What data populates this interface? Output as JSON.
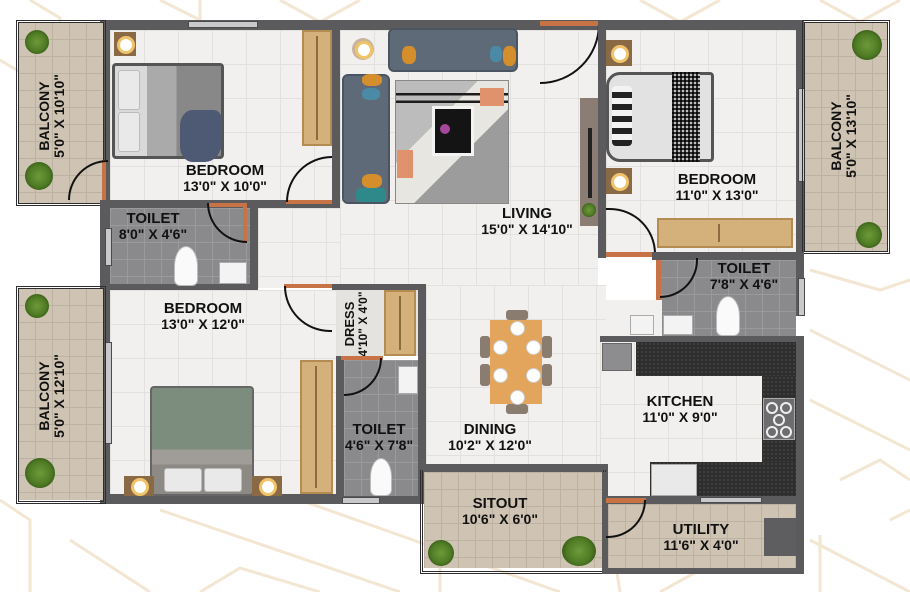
{
  "plan": {
    "type": "apartment floor plan",
    "style": "3D top-view rendered",
    "colors": {
      "wall": "#5b5b5d",
      "floor": "#f1f0ee",
      "wet_area_tile": "#8a8a8c",
      "balcony_tile": "#cfc4b4",
      "door": "#c87345",
      "background_pattern": "#f3e6d2"
    }
  },
  "rooms": {
    "balcony_top_left": {
      "name": "BALCONY",
      "dim": "5'0\" X 10'10\""
    },
    "bedroom_top_left": {
      "name": "BEDROOM",
      "dim": "13'0\" X 10'0\""
    },
    "toilet_top_left": {
      "name": "TOILET",
      "dim": "8'0\" X 4'6\""
    },
    "living": {
      "name": "LIVING",
      "dim": "15'0\" X 14'10\""
    },
    "bedroom_right": {
      "name": "BEDROOM",
      "dim": "11'0\" X 13'0\""
    },
    "balcony_right": {
      "name": "BALCONY",
      "dim": "5'0\" X 13'10\""
    },
    "toilet_right": {
      "name": "TOILET",
      "dim": "7'8\" X 4'6\""
    },
    "bedroom_bottom_left": {
      "name": "BEDROOM",
      "dim": "13'0\" X 12'0\""
    },
    "balcony_bottom_left": {
      "name": "BALCONY",
      "dim": "5'0\" X 12'10\""
    },
    "dress": {
      "name": "DRESS",
      "dim": "4'10\" X 4'0\""
    },
    "toilet_bottom": {
      "name": "TOILET",
      "dim": "4'6\" X 7'8\""
    },
    "dining": {
      "name": "DINING",
      "dim": "10'2\" X 12'0\""
    },
    "kitchen": {
      "name": "KITCHEN",
      "dim": "11'0\" X 9'0\""
    },
    "sitout": {
      "name": "SITOUT",
      "dim": "10'6\" X 6'0\""
    },
    "utility": {
      "name": "UTILITY",
      "dim": "11'6\" X 4'0\""
    }
  }
}
